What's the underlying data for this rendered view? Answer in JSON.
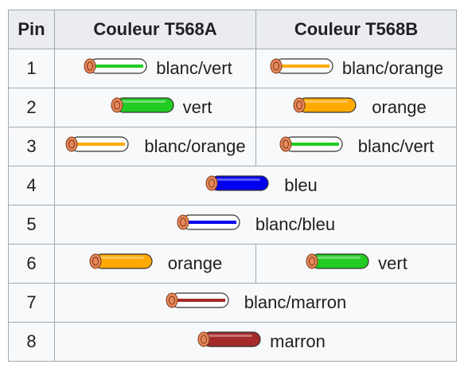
{
  "table": {
    "headers": [
      "Pin",
      "Couleur T568A",
      "Couleur T568B"
    ],
    "rows": [
      {
        "pin": "1",
        "a": {
          "label": "blanc/vert",
          "wire": "white-green"
        },
        "b": {
          "label": "blanc/orange",
          "wire": "white-orange"
        }
      },
      {
        "pin": "2",
        "a": {
          "label": "vert",
          "wire": "green"
        },
        "b": {
          "label": "orange",
          "wire": "orange"
        }
      },
      {
        "pin": "3",
        "a": {
          "label": "blanc/orange",
          "wire": "white-orange"
        },
        "b": {
          "label": "blanc/vert",
          "wire": "white-green"
        }
      },
      {
        "pin": "4",
        "both": {
          "label": "bleu",
          "wire": "blue"
        }
      },
      {
        "pin": "5",
        "both": {
          "label": "blanc/bleu",
          "wire": "white-blue"
        }
      },
      {
        "pin": "6",
        "a": {
          "label": "orange",
          "wire": "orange"
        },
        "b": {
          "label": "vert",
          "wire": "green"
        }
      },
      {
        "pin": "7",
        "both": {
          "label": "blanc/marron",
          "wire": "white-brown"
        }
      },
      {
        "pin": "8",
        "both": {
          "label": "marron",
          "wire": "brown"
        }
      }
    ]
  },
  "colors": {
    "white": "#ffffff",
    "green": "#22cc22",
    "orange": "#ffaa00",
    "blue": "#0000ee",
    "brown": "#a52a2a",
    "copper": "#e8875a",
    "header_bg": "#eaecf0",
    "cell_bg": "#f8f9fa",
    "border": "#a2a9b1"
  },
  "wire_types": {
    "white-green": {
      "base": "white",
      "stripe": "green"
    },
    "green": {
      "base": "green",
      "stripe": null
    },
    "white-orange": {
      "base": "white",
      "stripe": "orange"
    },
    "orange": {
      "base": "orange",
      "stripe": null
    },
    "blue": {
      "base": "blue",
      "stripe": null
    },
    "white-blue": {
      "base": "white",
      "stripe": "blue"
    },
    "white-brown": {
      "base": "white",
      "stripe": "brown"
    },
    "brown": {
      "base": "brown",
      "stripe": null
    }
  }
}
